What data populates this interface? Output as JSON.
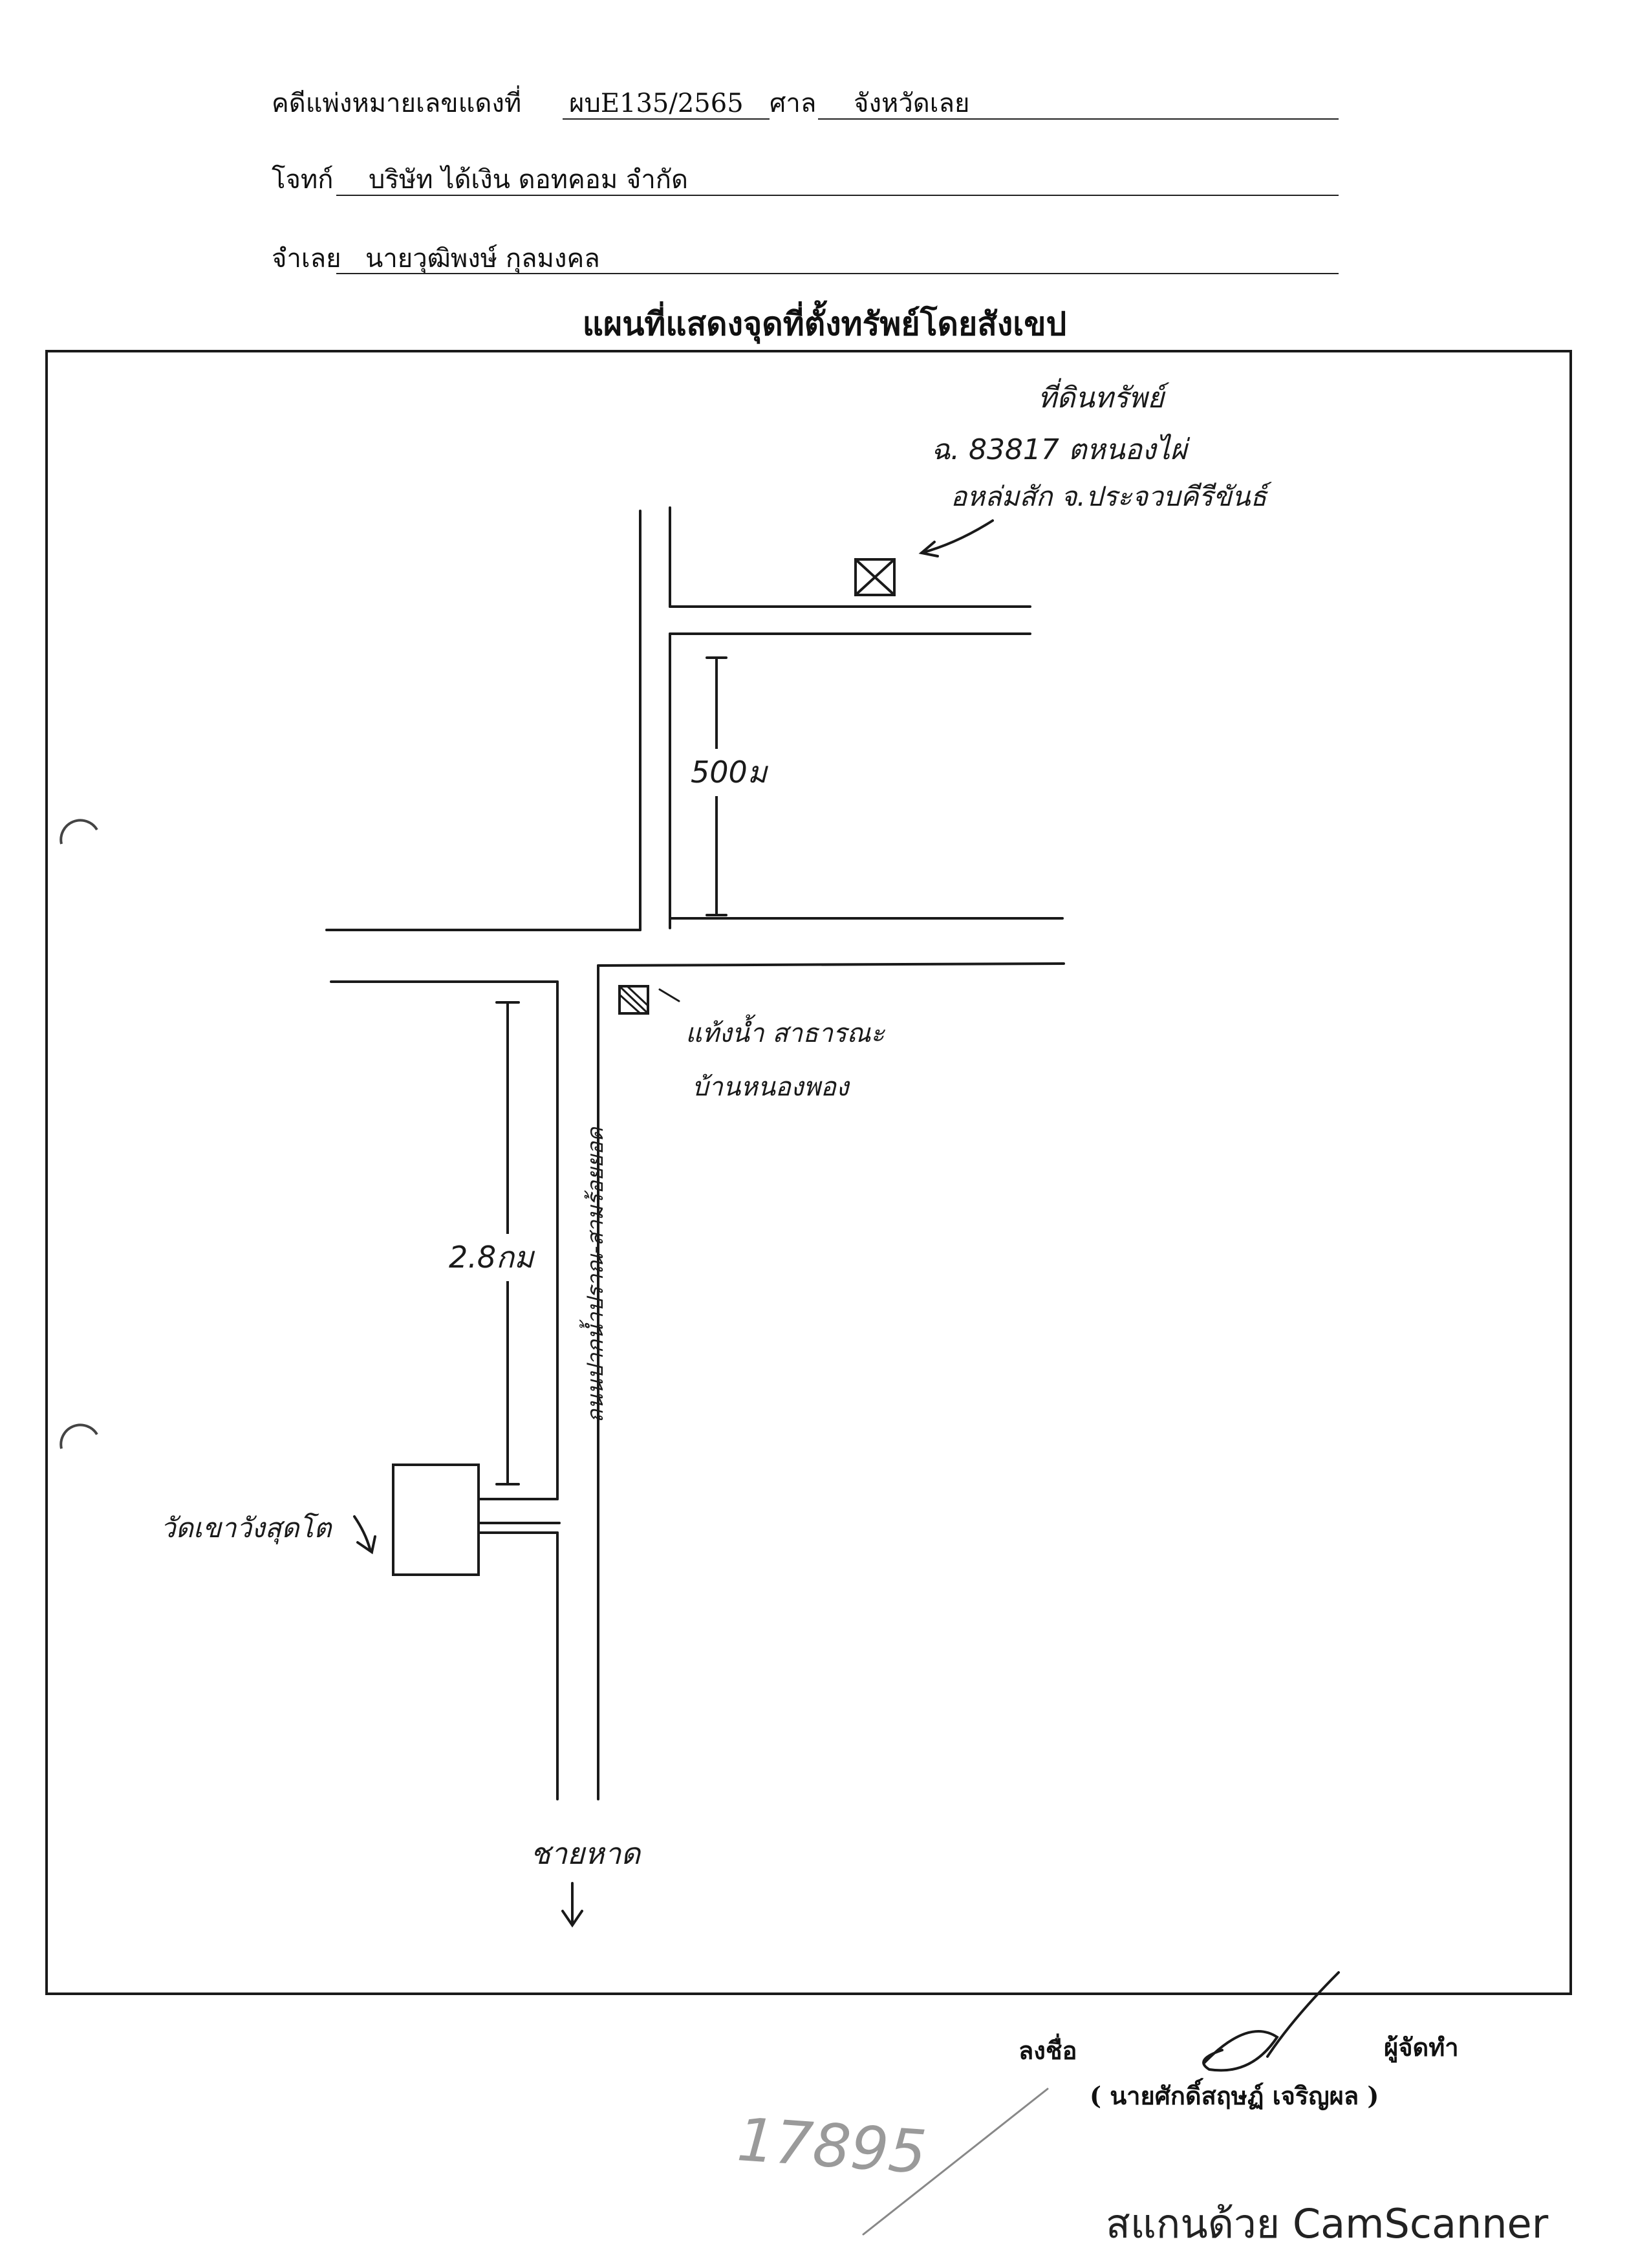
{
  "header": {
    "case_label": "คดีแพ่งหมายเลขแดงที่",
    "case_number": "ผบE135/2565",
    "court_label": "ศาล",
    "court_name": "จังหวัดเลย",
    "plaintiff_label": "โจทก์",
    "plaintiff_name": "บริษัท ได้เงิน ดอทคอม จำกัด",
    "defendant_label": "จำเลย",
    "defendant_name": "นายวุฒิพงษ์ กุลมงคล"
  },
  "title": "แผนที่แสดงจุดที่ตั้งทรัพย์โดยสังเขป",
  "map": {
    "property_note_line1": "ที่ดินทรัพย์",
    "property_note_line2": "ฉ. 83817 ตหนองไผ่",
    "property_note_line3": "อหล่มสัก จ.ประจวบคีรีขันธ์",
    "distance_north": "500ม",
    "landmark_tank_line1": "แท้งน้ำ สาธารณะ",
    "landmark_tank_line2": "บ้านหนองพอง",
    "distance_south": "2.8กม",
    "road_name": "ถนนปากน้ำปราณ-สามร้อยยอด",
    "temple_name": "วัดเขาวังสุดโต",
    "beach_label": "ชายหาด"
  },
  "signature": {
    "sign_label": "ลงชื่อ",
    "role_label": "ผู้จัดทำ",
    "signer_name": "( นายศักดิ์สฤษฏ์ เจริญผล )"
  },
  "stamp_number": "17895",
  "watermark": "สแกนด้วย CamScanner"
}
